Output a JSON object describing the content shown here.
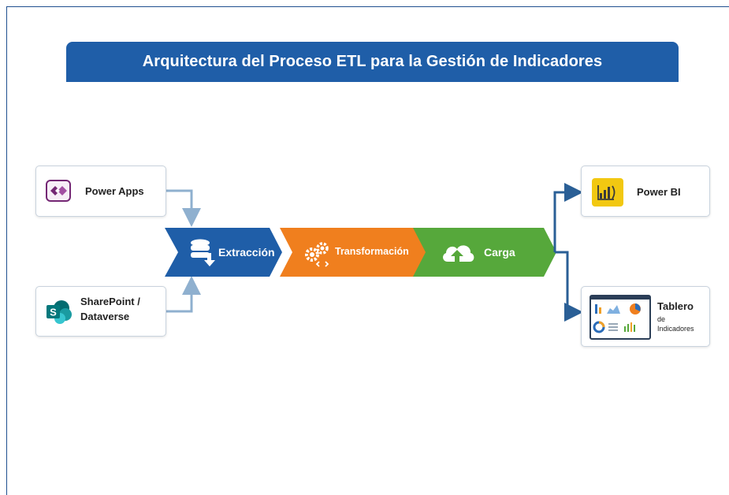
{
  "title": "Arquitectura del Proceso ETL para la Gestión de Indicadores",
  "sources": [
    {
      "label": "Power Apps",
      "icon": "power-apps-icon"
    },
    {
      "label_line1": "SharePoint /",
      "label_line2": "Dataverse",
      "icon": "sharepoint-icon"
    }
  ],
  "stages": [
    {
      "label": "Extracción",
      "icon": "database-download-icon",
      "color": "#1f5ea8"
    },
    {
      "label": "Transformación",
      "icon": "gears-icon",
      "color": "#f07f1e"
    },
    {
      "label": "Carga",
      "icon": "cloud-upload-icon",
      "color": "#56a83b"
    }
  ],
  "outputs": [
    {
      "label": "Power BI",
      "icon": "power-bi-icon"
    },
    {
      "label_line1": "Tablero",
      "label_line2": "de",
      "label_line3": "Indicadores",
      "icon": "dashboard-icon"
    }
  ],
  "colors": {
    "title_bg": "#1f5ea8",
    "connector": "#8fb0cf",
    "output_connector": "#2a5f96",
    "power_bi": "#f2c811",
    "power_apps": "#742774",
    "sharepoint": "#0f7b83"
  }
}
